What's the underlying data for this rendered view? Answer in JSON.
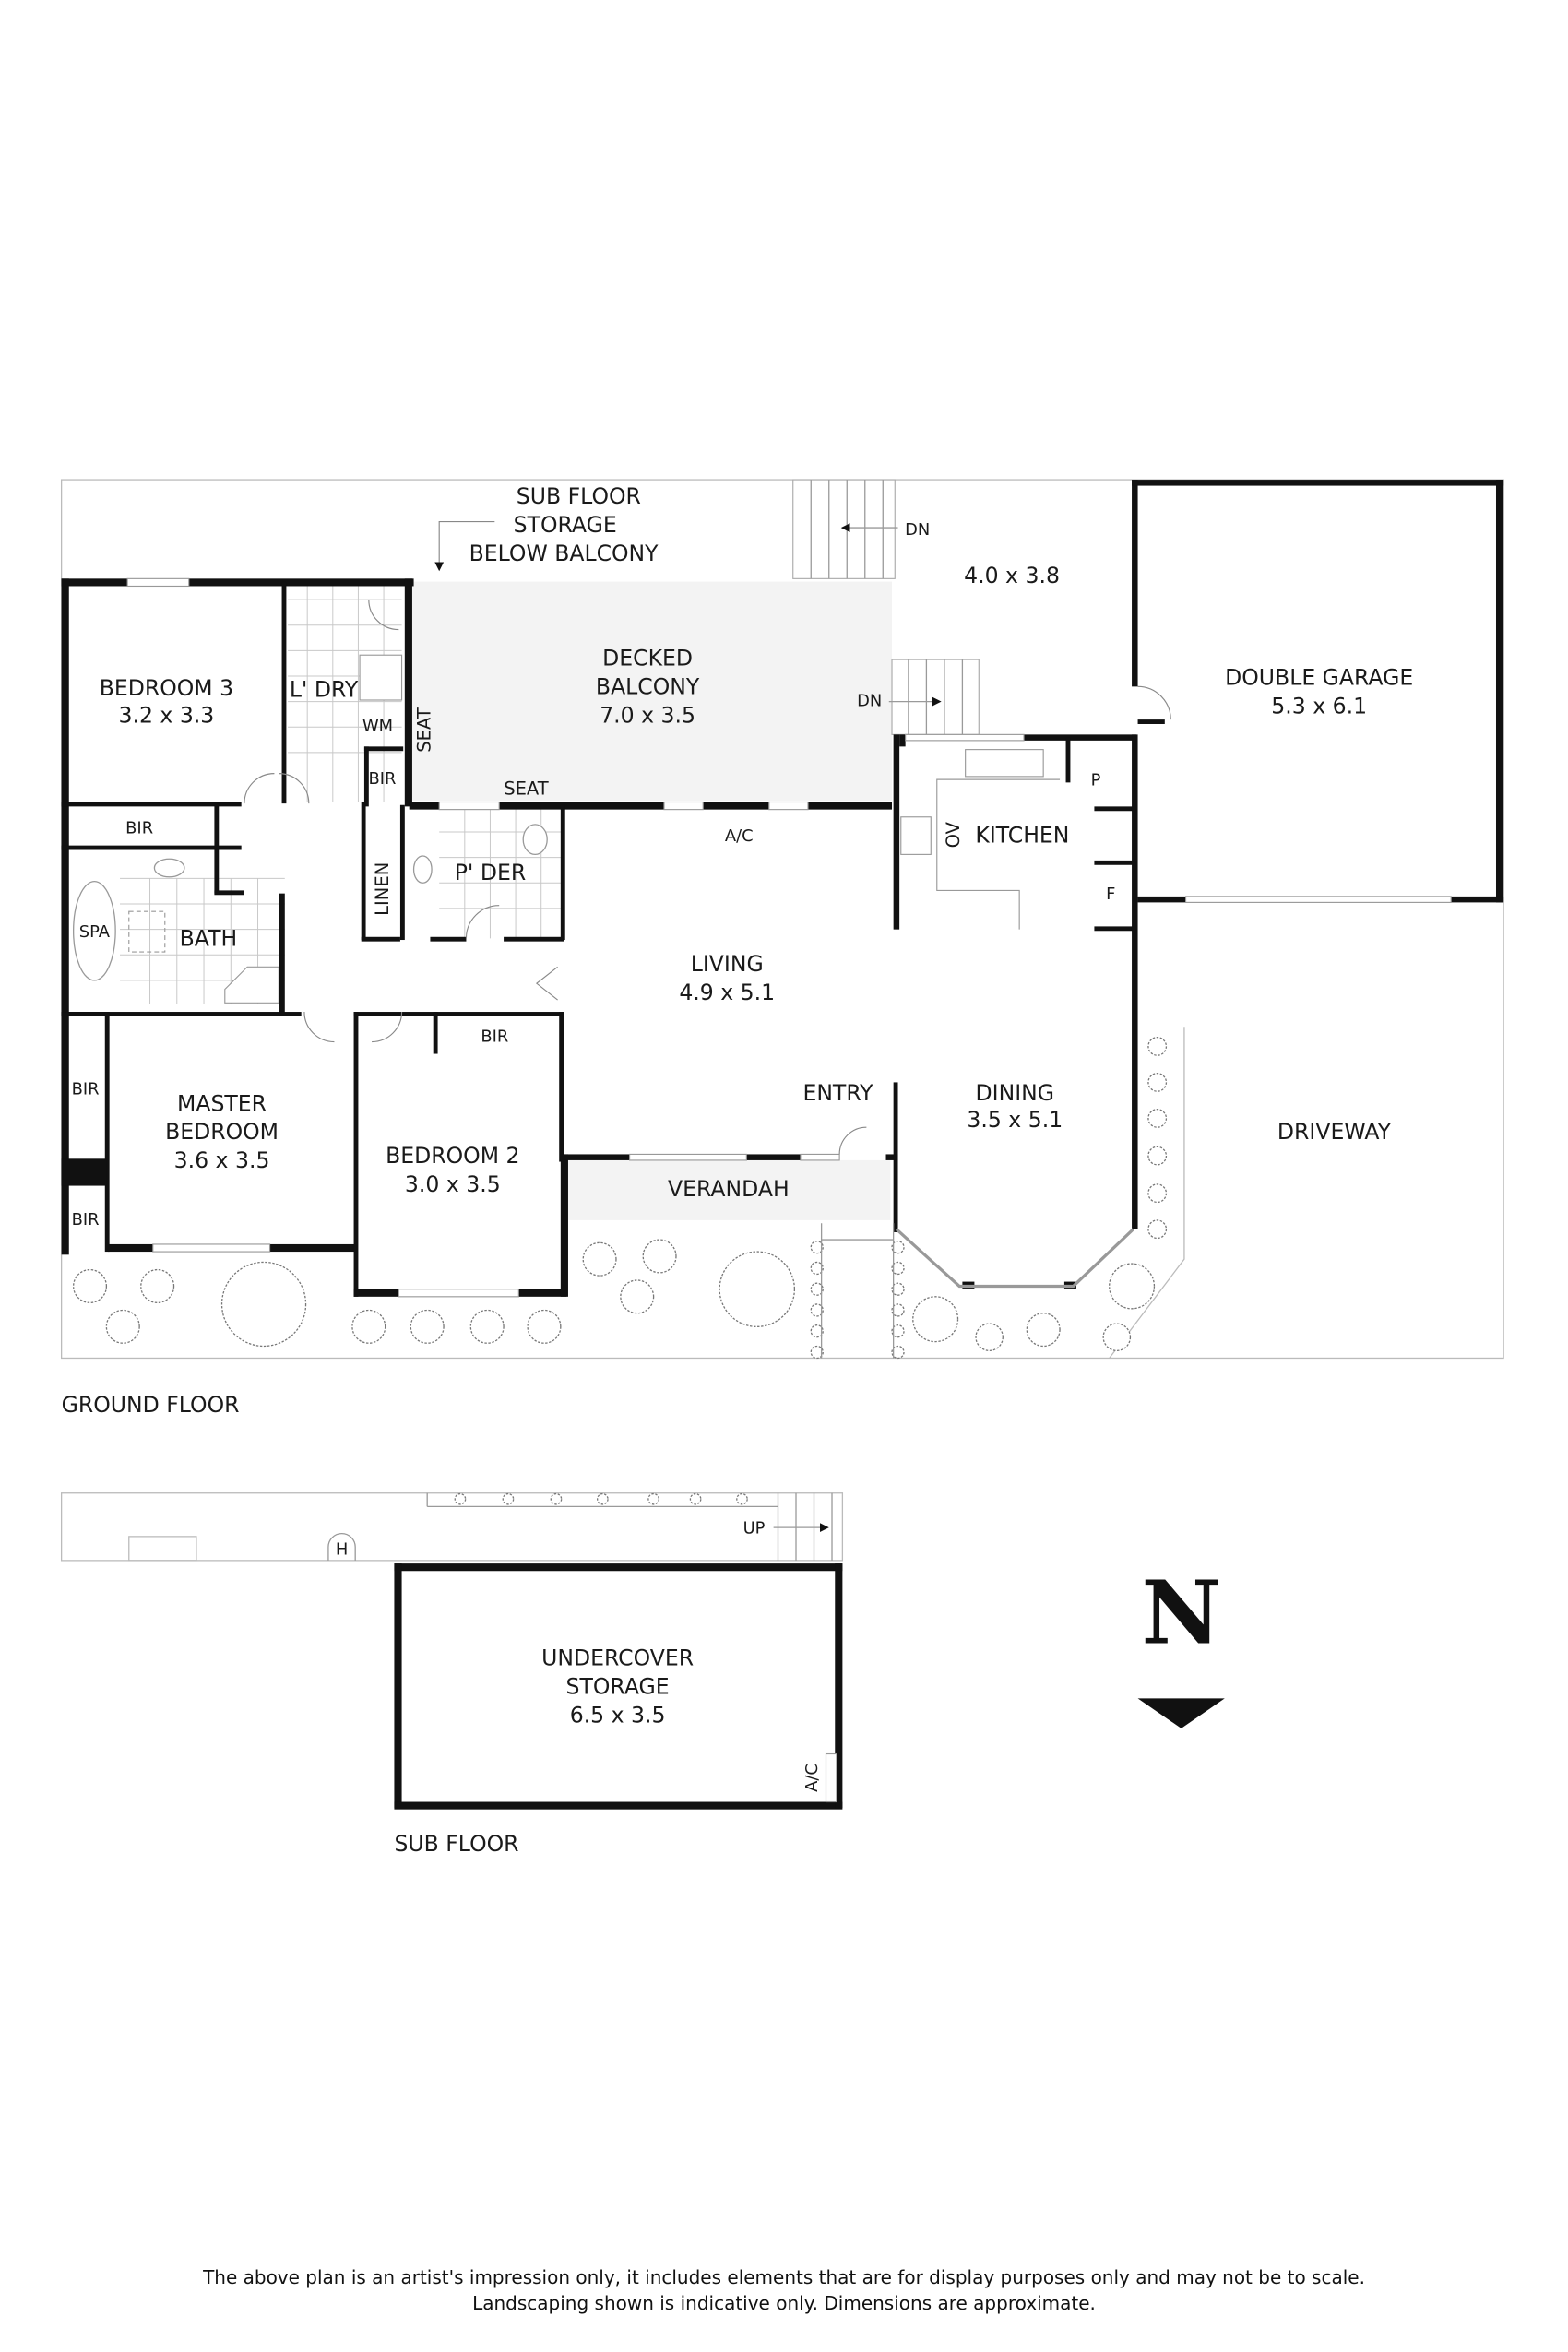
{
  "ground_floor": {
    "caption": "GROUND FLOOR",
    "annotation_subfloor_storage": [
      "SUB FLOOR",
      "STORAGE",
      "BELOW BALCONY"
    ],
    "rooms": [
      {
        "id": "bedroom3",
        "name": "BEDROOM 3",
        "size": "3.2 x 3.3"
      },
      {
        "id": "laundry",
        "name": "L' DRY"
      },
      {
        "id": "decked-balcony",
        "name": "DECKED",
        "name2": "BALCONY",
        "size": "7.0 x 3.5"
      },
      {
        "id": "deck-area",
        "size": "4.0 x 3.8"
      },
      {
        "id": "double-garage",
        "name": "DOUBLE GARAGE",
        "size": "5.3 x 6.1"
      },
      {
        "id": "kitchen",
        "name": "KITCHEN"
      },
      {
        "id": "bath",
        "name": "BATH"
      },
      {
        "id": "powder",
        "name": "P' DER"
      },
      {
        "id": "living",
        "name": "LIVING",
        "size": "4.9 x 5.1"
      },
      {
        "id": "entry",
        "name": "ENTRY"
      },
      {
        "id": "dining",
        "name": "DINING",
        "size": "3.5 x 5.1"
      },
      {
        "id": "driveway",
        "name": "DRIVEWAY"
      },
      {
        "id": "master-bedroom",
        "name": "MASTER",
        "name2": "BEDROOM",
        "size": "3.6 x 3.5"
      },
      {
        "id": "bedroom2",
        "name": "BEDROOM 2",
        "size": "3.0 x 3.5"
      },
      {
        "id": "verandah",
        "name": "VERANDAH"
      }
    ],
    "fixtures": {
      "wm": "WM",
      "bir": "BIR",
      "seat": "SEAT",
      "linen": "LINEN",
      "spa": "SPA",
      "ac": "A/C",
      "oven": "OV",
      "pantry": "P",
      "fridge": "F",
      "stairs_down": "DN"
    }
  },
  "sub_floor": {
    "caption": "SUB FLOOR",
    "room": {
      "name": "UNDERCOVER",
      "name2": "STORAGE",
      "size": "6.5 x 3.5"
    },
    "ac": "A/C",
    "stairs_up": "UP",
    "hws": "H"
  },
  "compass": {
    "label": "N"
  },
  "disclaimer": {
    "line1": "The above plan is an artist's impression only, it includes elements that are for display purposes only and may not be to scale.",
    "line2": "Landscaping shown is indicative only. Dimensions are approximate."
  }
}
